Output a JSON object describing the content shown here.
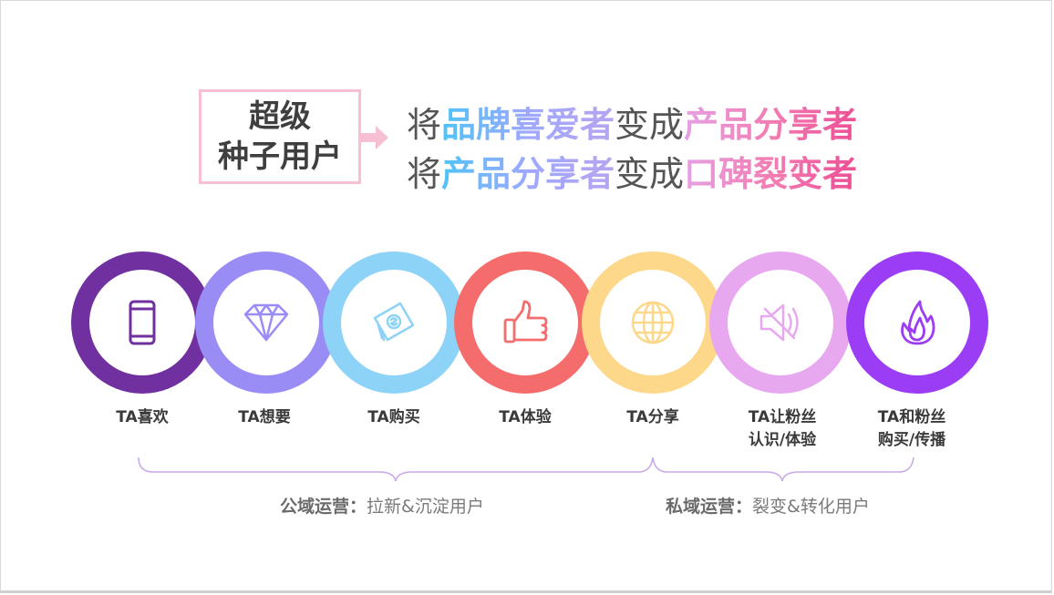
{
  "headline": {
    "box_line1": "超级",
    "box_line2": "种子用户",
    "line1": {
      "pre": "将",
      "hl1": "品牌喜爱者",
      "mid": "变成",
      "hl2": "产品分享者"
    },
    "line2": {
      "pre": "将",
      "hl1": "产品分享者",
      "mid": "变成",
      "hl2": "口碑裂变者"
    }
  },
  "steps": [
    {
      "line1": "TA喜欢",
      "line2": "",
      "icon": "tablet-icon",
      "color": "#7030a0"
    },
    {
      "line1": "TA想要",
      "line2": "",
      "icon": "diamond-icon",
      "color": "#9a8cf5"
    },
    {
      "line1": "TA购买",
      "line2": "",
      "icon": "money-icon",
      "color": "#8dd3f7"
    },
    {
      "line1": "TA体验",
      "line2": "",
      "icon": "thumbs-up-icon",
      "color": "#f56c6c"
    },
    {
      "line1": "TA分享",
      "line2": "",
      "icon": "globe-icon",
      "color": "#fdd88a"
    },
    {
      "line1": "TA让粉丝",
      "line2": "认识/体验",
      "icon": "speaker-icon",
      "color": "#e7a8ef"
    },
    {
      "line1": "TA和粉丝",
      "line2": "购买/传播",
      "icon": "fire-icon",
      "color": "#9b3df5"
    }
  ],
  "ops": {
    "public_label": "公域运营：",
    "public_desc": "拉新&沉淀用户",
    "private_label": "私域运营：",
    "private_desc": "裂变&转化用户"
  },
  "colors": {
    "brace": "#c8a8e8",
    "box_border": "#f7bfd3",
    "arrow": "#f7bfd3"
  }
}
